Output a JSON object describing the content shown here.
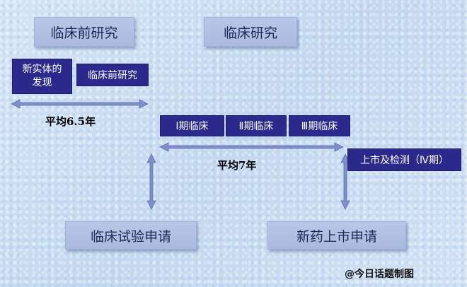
{
  "phases": {
    "preclinical": "临床前研究",
    "clinical": "临床研究"
  },
  "boxes": {
    "new_entity_line1": "新实体的",
    "new_entity_line2": "发现",
    "preclinical_small": "临床前研究",
    "phase1": "Ⅰ期临床",
    "phase2": "Ⅱ期临床",
    "phase3": "Ⅲ期临床",
    "post_market": "上市及检测（Ⅳ期）",
    "trial_application": "临床试验申请",
    "nda": "新药上市申请"
  },
  "durations": {
    "preclinical": "平均6.5年",
    "clinical": "平均7年"
  },
  "watermark": "@今日话题制图",
  "colors": {
    "dark_box": "#2b2a8c",
    "phase_box": "#b0c0e2",
    "arrow": "#7f8fc8"
  }
}
